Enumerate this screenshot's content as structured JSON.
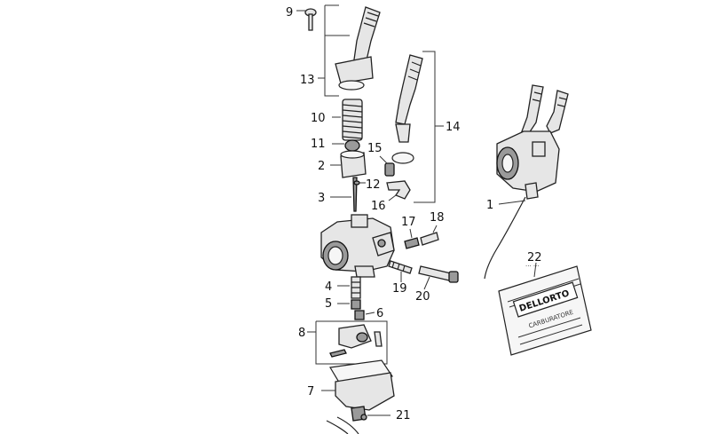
{
  "callouts": [
    {
      "id": "1",
      "text": "1"
    },
    {
      "id": "2",
      "text": "2"
    },
    {
      "id": "3",
      "text": "3"
    },
    {
      "id": "4",
      "text": "4"
    },
    {
      "id": "5",
      "text": "5"
    },
    {
      "id": "6",
      "text": "6"
    },
    {
      "id": "7",
      "text": "7"
    },
    {
      "id": "8",
      "text": "8"
    },
    {
      "id": "9",
      "text": "9"
    },
    {
      "id": "10",
      "text": "10"
    },
    {
      "id": "11",
      "text": "11"
    },
    {
      "id": "12",
      "text": "12"
    },
    {
      "id": "13",
      "text": "13"
    },
    {
      "id": "14",
      "text": "14"
    },
    {
      "id": "15",
      "text": "15"
    },
    {
      "id": "16",
      "text": "16"
    },
    {
      "id": "17",
      "text": "17"
    },
    {
      "id": "18",
      "text": "18"
    },
    {
      "id": "19",
      "text": "19"
    },
    {
      "id": "20",
      "text": "20"
    },
    {
      "id": "21",
      "text": "21"
    },
    {
      "id": "22",
      "text": "22"
    }
  ],
  "kit_bag": {
    "brand": "DELLORTO",
    "subtitle": "CARBURATORE"
  }
}
